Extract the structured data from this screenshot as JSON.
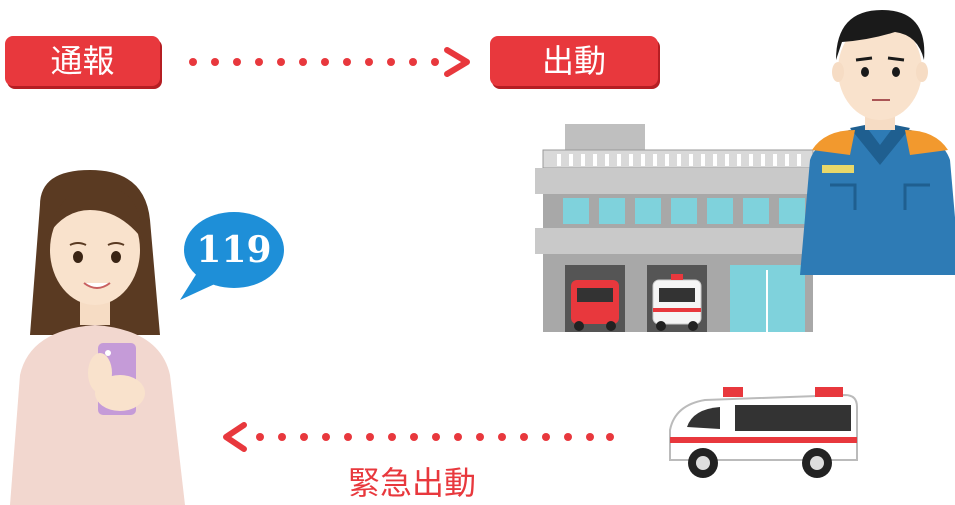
{
  "labels": {
    "report": "通報",
    "dispatch": "出動",
    "emergency_dispatch": "緊急出動"
  },
  "bubble": {
    "number": "119"
  },
  "colors": {
    "accent_red": "#e8383d",
    "bubble_blue": "#1e8fd8",
    "uniform_blue": "#2e7bb5"
  }
}
